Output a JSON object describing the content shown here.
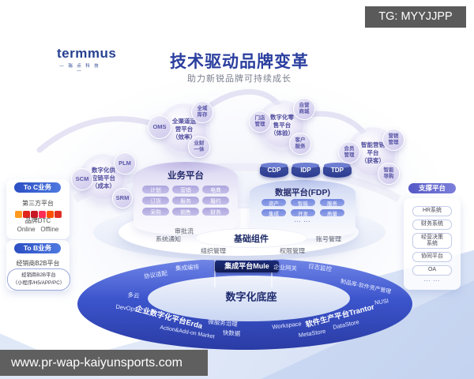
{
  "badge": {
    "text": "TG: MYYJJPP"
  },
  "watermark": {
    "url": "www.pr-wap-kaiyunsports.com"
  },
  "logo": {
    "name": "termmus",
    "company": "— 瑞 点 科 技 —"
  },
  "header": {
    "title": "技术驱动品牌变革",
    "subtitle": "助力新锐品牌可持续成长"
  },
  "colors": {
    "accent_blue": "#2b3f9f",
    "ring_blue": "#3c55cc",
    "badge_gray": "#5a5a5a",
    "app_icon_colors": [
      "#ff9a1f",
      "#e1251b",
      "#c81623",
      "#fe2c55",
      "#ff5000",
      "#e02e24"
    ]
  },
  "left_panel": {
    "to_c": {
      "header": "To C业务",
      "third_party_label": "第三方平台",
      "brand_dtc": "品牌DTC",
      "online": "Online",
      "offline": "Offline"
    },
    "to_b": {
      "header": "To B业务",
      "b2b_label": "经销商B2B平台",
      "b2b_pill": "经销商B2B平台\n（小程序/H5/APP/PC）"
    }
  },
  "right_panel": {
    "header": "支撑平台",
    "items": [
      "HR系统",
      "财务系统",
      "经营决策\n系统",
      "协同平台",
      "OA"
    ],
    "more": "... ..."
  },
  "clusters": {
    "omni": {
      "main": "全渠道运\n营平台\n（效率）",
      "sat1": "OMS",
      "sat2": "全域\n库存",
      "sat3": "业财\n一体"
    },
    "supply": {
      "main": "数字化供\n应链平台\n（成本）",
      "sat1": "SCM",
      "sat2": "PLM",
      "sat3": "SRM"
    },
    "retail": {
      "main": "数字化零\n售平台\n（体验）",
      "sat1": "门店\n管理",
      "sat2": "自营\n商城",
      "sat3": "客户\n服务"
    },
    "marketing": {
      "main": "智能营销\n平台\n（获客）",
      "sat1": "会员\n管理",
      "sat2": "营销\n管理",
      "sat3": "智能\n导购"
    }
  },
  "business_platform": {
    "title": "业务平台",
    "pills": [
      "计划",
      "营销",
      "电商",
      "订货",
      "服务",
      "履约",
      "采购",
      "销售",
      "财务"
    ]
  },
  "data_platform": {
    "title": "数据平台(FDP)",
    "cylinders": [
      "CDP",
      "IDP",
      "TDP"
    ],
    "pills": [
      "资产",
      "智能",
      "服务",
      "集成",
      "开发",
      "质量"
    ],
    "more": "... ..."
  },
  "base_components": {
    "title": "基础组件",
    "around": [
      "审批流",
      "系统通知",
      "组织管理",
      "权限管理",
      "账号管理"
    ]
  },
  "integration_band": {
    "chip": "集成平台Mule",
    "labels": [
      "协议适配",
      "集成编排",
      "企业网关",
      "日志监控"
    ]
  },
  "foundation": {
    "title": "数字化底座",
    "erda": "企业数字化平台Erda",
    "trantor": "软件生产平台Trantor",
    "labels": [
      "多云",
      "DevOps",
      "Action&Add-on Market",
      "微服务治理",
      "快数据",
      "Workspace",
      "MetaStore",
      "DataStore",
      "NUSI",
      "制品库-软件资产管理"
    ]
  }
}
